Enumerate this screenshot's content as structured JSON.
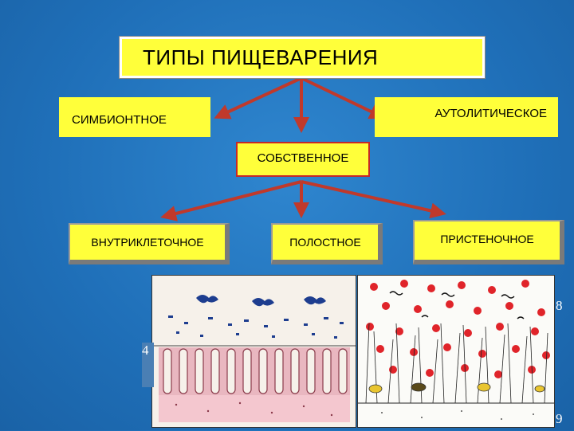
{
  "title": "ТИПЫ ПИЩЕВАРЕНИЯ",
  "types": {
    "symbiotic": "СИМБИОНТНОЕ",
    "autolytic": "АУТОЛИТИЧЕСКОЕ",
    "own": "СОБСТВЕННОЕ"
  },
  "subtypes": {
    "intracellular": "ВНУТРИКЛЕТОЧНОЕ",
    "cavity": "ПОЛОСТНОЕ",
    "parietal": "ПРИСТЕНОЧНОЕ"
  },
  "figure_labels": {
    "left_marker": "4",
    "right_top_marker": "8",
    "right_bottom_marker": "9"
  },
  "colors": {
    "background": "#1f6fb8",
    "box_fill": "#ffff3a",
    "arrow": "#c0392b"
  }
}
